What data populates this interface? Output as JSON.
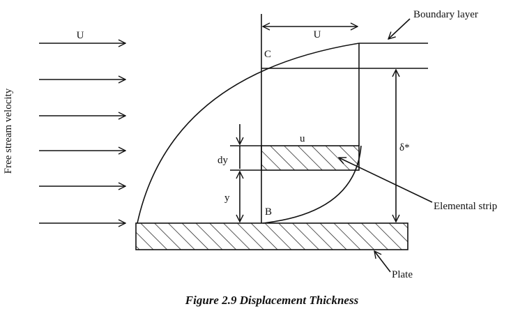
{
  "labels": {
    "freestream_U": "U",
    "profile_U": "U",
    "boundary_layer": "Boundary layer",
    "point_c": "C",
    "point_b": "B",
    "u": "u",
    "dy": "dy",
    "y": "y",
    "delta_star": "δ*",
    "free_stream_velocity": "Free stream velocity",
    "elemental_strip": "Elemental strip",
    "plate": "Plate"
  },
  "caption": "Figure 2.9 Displacement Thickness",
  "colors": {
    "ink": "#111111",
    "background": "#ffffff"
  }
}
